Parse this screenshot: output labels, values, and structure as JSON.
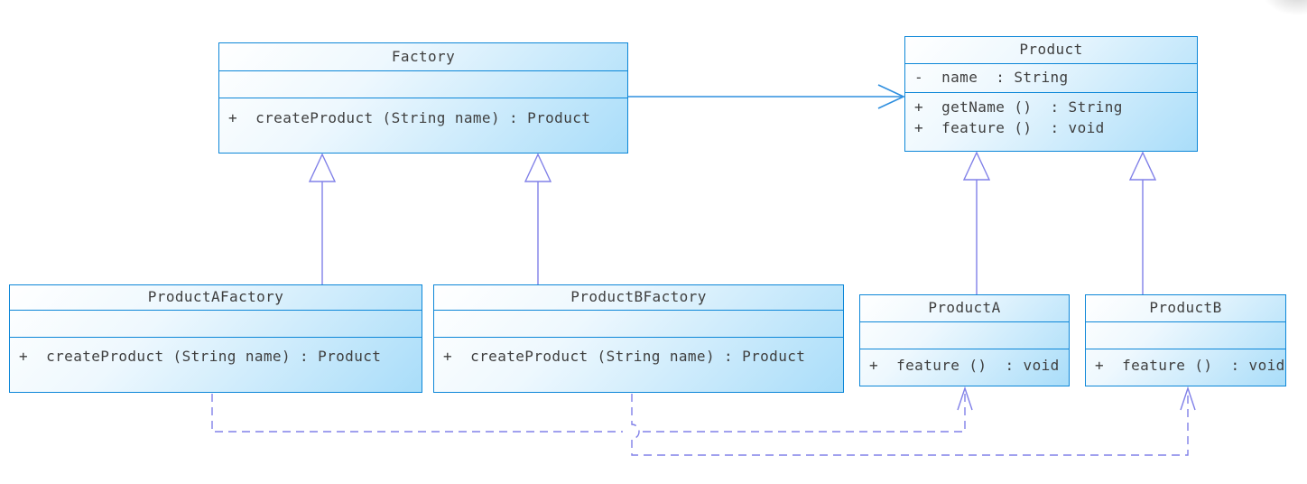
{
  "classes": [
    {
      "name": "Factory",
      "attributes": [],
      "methods": [
        "+  createProduct (String name) : Product"
      ]
    },
    {
      "name": "Product",
      "attributes": [
        "-  name  : String"
      ],
      "methods": [
        "+  getName ()  : String",
        "+  feature ()  : void"
      ]
    },
    {
      "name": "ProductAFactory",
      "attributes": [],
      "methods": [
        "+  createProduct (String name) : Product"
      ]
    },
    {
      "name": "ProductBFactory",
      "attributes": [],
      "methods": [
        "+  createProduct (String name) : Product"
      ]
    },
    {
      "name": "ProductA",
      "attributes": [],
      "methods": [
        "+  feature ()  : void"
      ]
    },
    {
      "name": "ProductB",
      "attributes": [],
      "methods": [
        "+  feature ()  : void"
      ]
    }
  ],
  "relationships": [
    {
      "type": "association",
      "from": "Factory",
      "to": "Product",
      "line": "solid",
      "arrowhead": "open"
    },
    {
      "type": "generalization",
      "from": "ProductAFactory",
      "to": "Factory",
      "line": "solid",
      "arrowhead": "hollow-triangle"
    },
    {
      "type": "generalization",
      "from": "ProductBFactory",
      "to": "Factory",
      "line": "solid",
      "arrowhead": "hollow-triangle"
    },
    {
      "type": "generalization",
      "from": "ProductA",
      "to": "Product",
      "line": "solid",
      "arrowhead": "hollow-triangle"
    },
    {
      "type": "generalization",
      "from": "ProductB",
      "to": "Product",
      "line": "solid",
      "arrowhead": "hollow-triangle"
    },
    {
      "type": "dependency",
      "from": "ProductAFactory",
      "to": "ProductA",
      "line": "dashed",
      "arrowhead": "open"
    },
    {
      "type": "dependency",
      "from": "ProductBFactory",
      "to": "ProductB",
      "line": "dashed",
      "arrowhead": "open"
    }
  ],
  "colors": {
    "background": "#ffffff",
    "box_border": "#0d87d8",
    "box_fill_top": "#ffffff",
    "box_fill_bottom": "#a9ddf9",
    "association_line": "#2f8fdf",
    "generalization_line": "#8080e8",
    "dependency_line": "#8080e8",
    "text": "#3f3f3f"
  }
}
